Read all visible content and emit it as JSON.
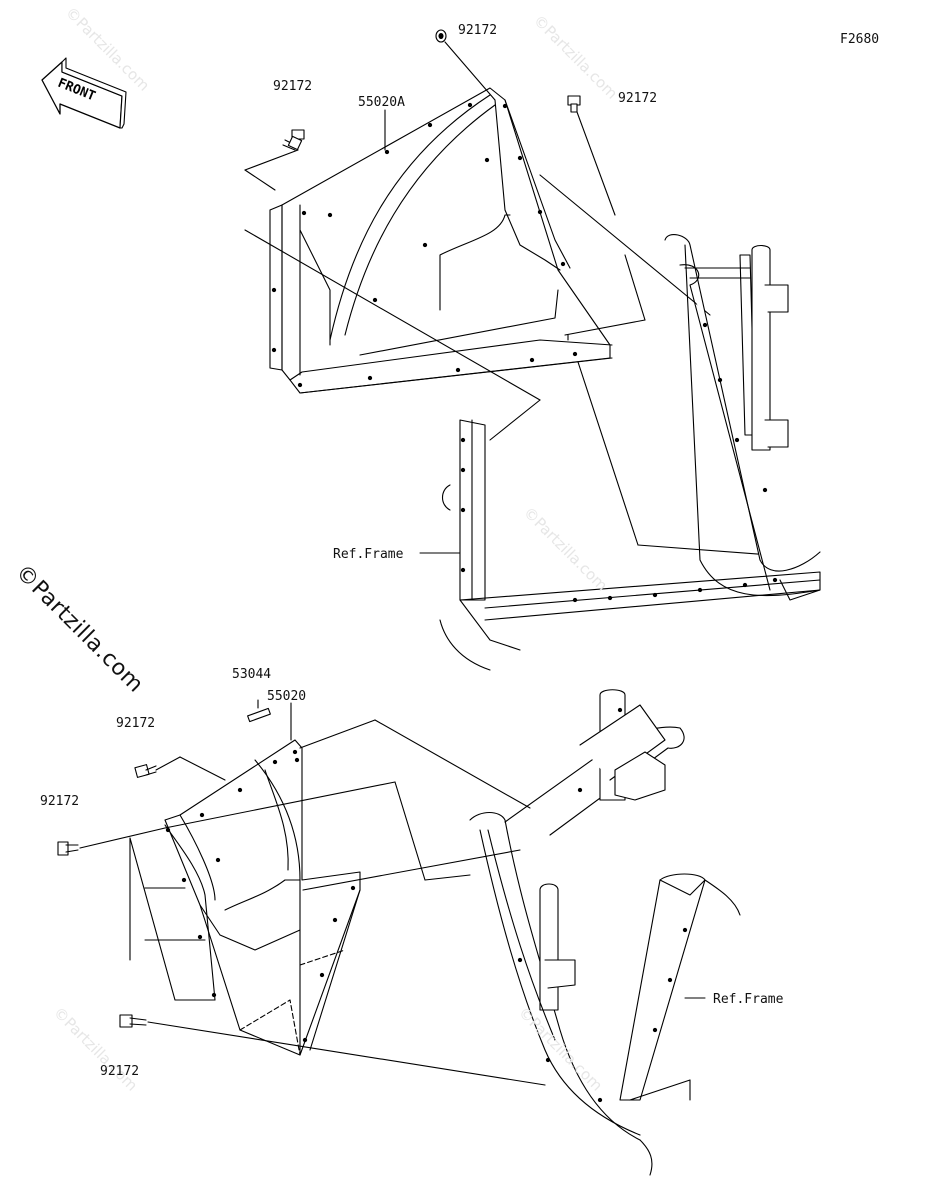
{
  "figure_code": "F2680",
  "front_label": "FRONT",
  "copyright": "©Partzilla.com",
  "watermark": "©Partzilla.com",
  "labels": {
    "p92172_a": "92172",
    "p92172_b": "92172",
    "p92172_c": "92172",
    "p55020A": "55020A",
    "ref_frame_top": "Ref.Frame",
    "p53044": "53044",
    "p55020": "55020",
    "p92172_d": "92172",
    "p92172_e": "92172",
    "p92172_f": "92172",
    "ref_frame_bottom": "Ref.Frame"
  }
}
